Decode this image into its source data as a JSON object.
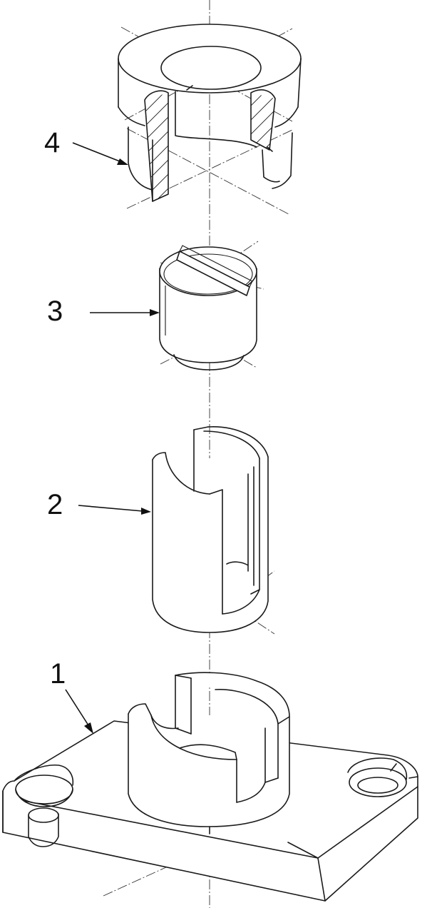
{
  "callouts": [
    {
      "id": "4",
      "label": "4"
    },
    {
      "id": "3",
      "label": "3"
    },
    {
      "id": "2",
      "label": "2"
    },
    {
      "id": "1",
      "label": "1"
    }
  ],
  "colors": {
    "line": "#1a1a1a",
    "background": "#ffffff"
  }
}
